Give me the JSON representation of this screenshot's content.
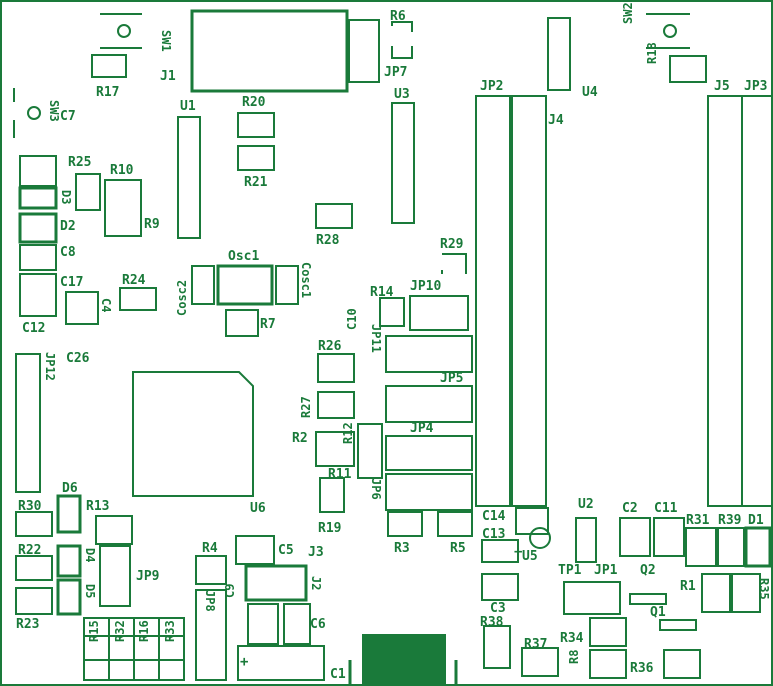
{
  "board": {
    "trace_color": "#1a7a3a",
    "background": "#ffffff",
    "labels": [
      {
        "id": "sw1",
        "text": "SW1"
      },
      {
        "id": "j1",
        "text": "J1"
      },
      {
        "id": "r6",
        "text": "R6"
      },
      {
        "id": "jp7",
        "text": "JP7"
      },
      {
        "id": "r17",
        "text": "R17"
      },
      {
        "id": "sw3",
        "text": "SW3"
      },
      {
        "id": "u1",
        "text": "U1"
      },
      {
        "id": "r20",
        "text": "R20"
      },
      {
        "id": "u3",
        "text": "U3"
      },
      {
        "id": "c7",
        "text": "C7"
      },
      {
        "id": "r21",
        "text": "R21"
      },
      {
        "id": "r25",
        "text": "R25"
      },
      {
        "id": "r10",
        "text": "R10"
      },
      {
        "id": "d3",
        "text": "D3"
      },
      {
        "id": "d2",
        "text": "D2"
      },
      {
        "id": "r9",
        "text": "R9"
      },
      {
        "id": "r28",
        "text": "R28"
      },
      {
        "id": "c8",
        "text": "C8"
      },
      {
        "id": "osc1",
        "text": "Osc1"
      },
      {
        "id": "r29",
        "text": "R29"
      },
      {
        "id": "c17",
        "text": "C17"
      },
      {
        "id": "r24",
        "text": "R24"
      },
      {
        "id": "cosc2",
        "text": "Cosc2"
      },
      {
        "id": "cosc1",
        "text": "Cosc1"
      },
      {
        "id": "r14",
        "text": "R14"
      },
      {
        "id": "jp10",
        "text": "JP10"
      },
      {
        "id": "c4",
        "text": "C4"
      },
      {
        "id": "c12",
        "text": "C12"
      },
      {
        "id": "r7",
        "text": "R7"
      },
      {
        "id": "jp11",
        "text": "JP11"
      },
      {
        "id": "c10",
        "text": "C10"
      },
      {
        "id": "c26",
        "text": "C26"
      },
      {
        "id": "r26",
        "text": "R26"
      },
      {
        "id": "jp12",
        "text": "JP12"
      },
      {
        "id": "jp5",
        "text": "JP5"
      },
      {
        "id": "r27",
        "text": "R27"
      },
      {
        "id": "r12",
        "text": "R12"
      },
      {
        "id": "jp4",
        "text": "JP4"
      },
      {
        "id": "r2",
        "text": "R2"
      },
      {
        "id": "r11",
        "text": "R11"
      },
      {
        "id": "jp6",
        "text": "JP6"
      },
      {
        "id": "d6",
        "text": "D6"
      },
      {
        "id": "r30",
        "text": "R30"
      },
      {
        "id": "r13",
        "text": "R13"
      },
      {
        "id": "u6",
        "text": "U6"
      },
      {
        "id": "r19",
        "text": "R19"
      },
      {
        "id": "r3",
        "text": "R3"
      },
      {
        "id": "r5",
        "text": "R5"
      },
      {
        "id": "r22",
        "text": "R22"
      },
      {
        "id": "d4",
        "text": "D4"
      },
      {
        "id": "r4",
        "text": "R4"
      },
      {
        "id": "c5",
        "text": "C5"
      },
      {
        "id": "j3",
        "text": "J3"
      },
      {
        "id": "jp9",
        "text": "JP9"
      },
      {
        "id": "j2",
        "text": "J2"
      },
      {
        "id": "d5",
        "text": "D5"
      },
      {
        "id": "r23",
        "text": "R23"
      },
      {
        "id": "r15",
        "text": "R15"
      },
      {
        "id": "r32",
        "text": "R32"
      },
      {
        "id": "r16",
        "text": "R16"
      },
      {
        "id": "r33",
        "text": "R33"
      },
      {
        "id": "jp8",
        "text": "JP8"
      },
      {
        "id": "c9",
        "text": "C9"
      },
      {
        "id": "c6",
        "text": "C6"
      },
      {
        "id": "c1",
        "text": "C1"
      },
      {
        "id": "jp2",
        "text": "JP2"
      },
      {
        "id": "u4",
        "text": "U4"
      },
      {
        "id": "j4",
        "text": "J4"
      },
      {
        "id": "sw2",
        "text": "SW2"
      },
      {
        "id": "r18",
        "text": "R18"
      },
      {
        "id": "j5",
        "text": "J5"
      },
      {
        "id": "jp3",
        "text": "JP3"
      },
      {
        "id": "c14",
        "text": "C14"
      },
      {
        "id": "c13",
        "text": "C13"
      },
      {
        "id": "u2",
        "text": "U2"
      },
      {
        "id": "c2",
        "text": "C2"
      },
      {
        "id": "c11",
        "text": "C11"
      },
      {
        "id": "r31",
        "text": "R31"
      },
      {
        "id": "r39",
        "text": "R39"
      },
      {
        "id": "d1",
        "text": "D1"
      },
      {
        "id": "u5",
        "text": "U5"
      },
      {
        "id": "tp1",
        "text": "TP1"
      },
      {
        "id": "jp1",
        "text": "JP1"
      },
      {
        "id": "q2",
        "text": "Q2"
      },
      {
        "id": "r1",
        "text": "R1"
      },
      {
        "id": "r35",
        "text": "R35"
      },
      {
        "id": "c3",
        "text": "C3"
      },
      {
        "id": "r38",
        "text": "R38"
      },
      {
        "id": "r37",
        "text": "R37"
      },
      {
        "id": "r34",
        "text": "R34"
      },
      {
        "id": "q1",
        "text": "Q1"
      },
      {
        "id": "r8",
        "text": "R8"
      },
      {
        "id": "r36",
        "text": "R36"
      },
      {
        "id": "plus_c1",
        "text": "+"
      },
      {
        "id": "plus_c13",
        "text": "+"
      }
    ]
  }
}
